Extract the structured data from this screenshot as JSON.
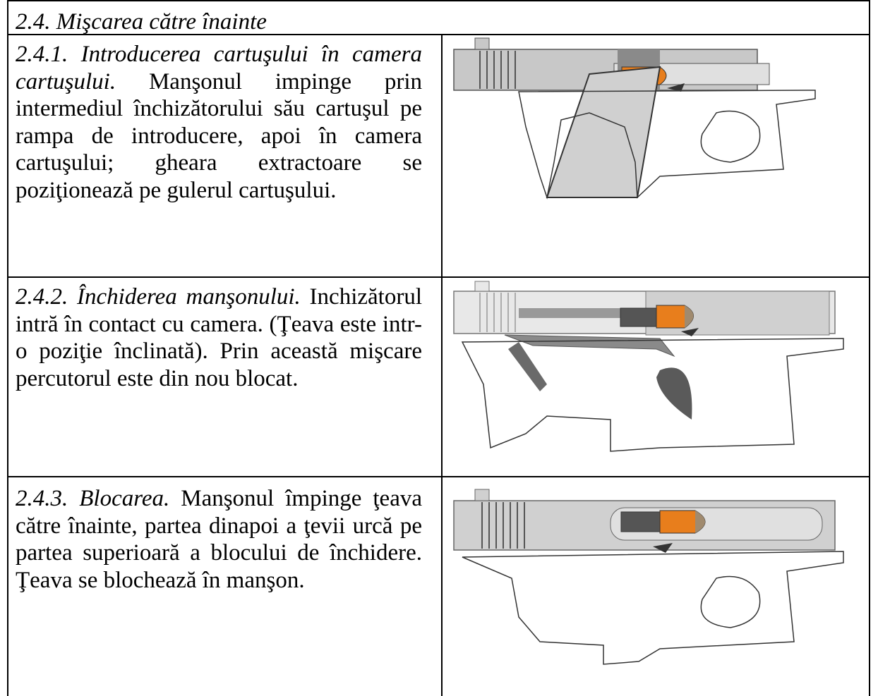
{
  "section": {
    "title": "2.4.  Mişcarea către înainte"
  },
  "rows": [
    {
      "head": "2.4.1.  Introducerea cartuşului în camera cartuşului.",
      "body": " Manşonul impinge prin intermediul închizătorului său cartuşul pe rampa de introducere, apoi în camera cartuşului; gheara extractoare se poziţionează pe gulerul cartuşului.",
      "figure": "pistol-cartridge-feeding"
    },
    {
      "head": "2.4.2.  Închiderea manşonului.",
      "body": " Inchizătorul intră în contact cu camera. (Ţeava este intr-o poziţie înclinată). Prin această mişcare percutorul este din nou blocat.",
      "figure": "pistol-slide-closing"
    },
    {
      "head": "2.4.3.  Blocarea.",
      "body": " Manşonul împinge ţeava către înainte, partea dinapoi a ţevii urcă pe partea superioară a blocului de închidere. Ţeava se blochează în manşon.",
      "figure": "pistol-locking"
    }
  ],
  "colors": {
    "cartridge": "#E87E1C",
    "bullet_tip": "#A08A6E",
    "slide": "#C8C8C8",
    "frame_line": "#333333"
  }
}
